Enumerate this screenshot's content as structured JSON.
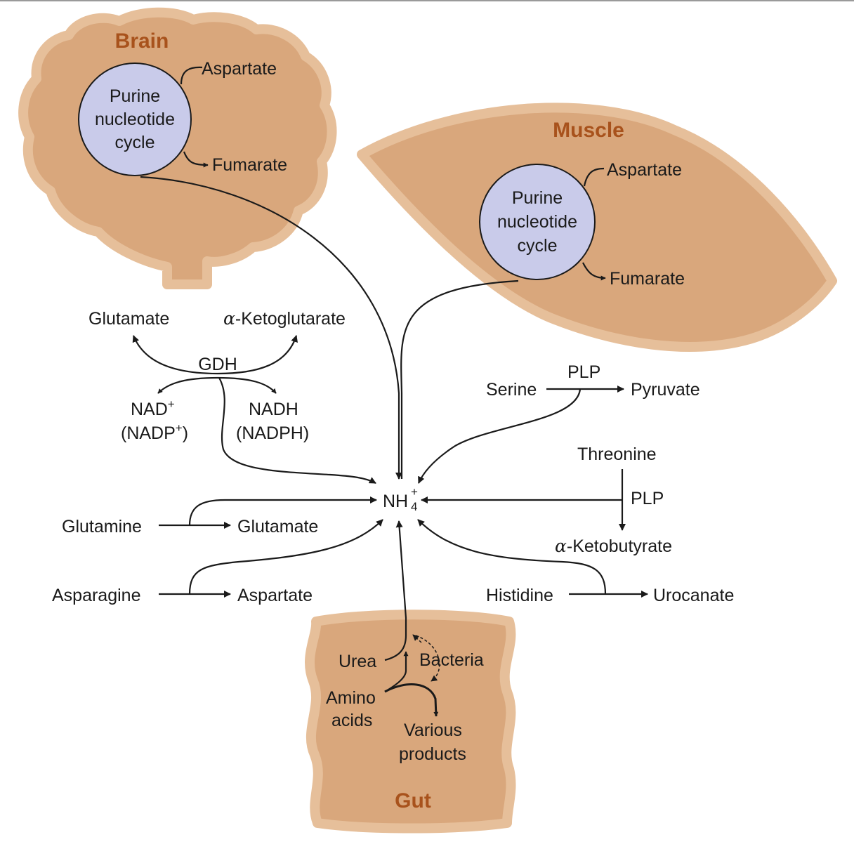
{
  "organs": {
    "brain": "Brain",
    "muscle": "Muscle",
    "gut": "Gut"
  },
  "brain_cycle": {
    "line1": "Purine",
    "line2": "nucleotide",
    "line3": "cycle",
    "input": "Aspartate",
    "output": "Fumarate"
  },
  "muscle_cycle": {
    "line1": "Purine",
    "line2": "nucleotide",
    "line3": "cycle",
    "input": "Aspartate",
    "output": "Fumarate"
  },
  "gdh": {
    "enzyme": "GDH",
    "left_product": "Glutamate",
    "right_product_prefix": "α",
    "right_product": "-Ketoglutarate",
    "cofactor_left_1": "NAD",
    "cofactor_left_1_sup": "+",
    "cofactor_left_2": "(NADP",
    "cofactor_left_2_sup": "+",
    "cofactor_left_2_end": ")",
    "cofactor_right_1": "NADH",
    "cofactor_right_2": "(NADPH)"
  },
  "center": {
    "base": "NH",
    "sup": "+",
    "sub": "4"
  },
  "serine": {
    "substrate": "Serine",
    "cofactor": "PLP",
    "product": "Pyruvate"
  },
  "threonine": {
    "substrate": "Threonine",
    "cofactor": "PLP",
    "product_prefix": "α",
    "product": "-Ketobutyrate"
  },
  "glutamine": {
    "substrate": "Glutamine",
    "product": "Glutamate"
  },
  "asparagine": {
    "substrate": "Asparagine",
    "product": "Aspartate"
  },
  "histidine": {
    "substrate": "Histidine",
    "product": "Urocanate"
  },
  "gut": {
    "urea": "Urea",
    "bacteria": "Bacteria",
    "amino_1": "Amino",
    "amino_2": "acids",
    "various_1": "Various",
    "various_2": "products"
  }
}
